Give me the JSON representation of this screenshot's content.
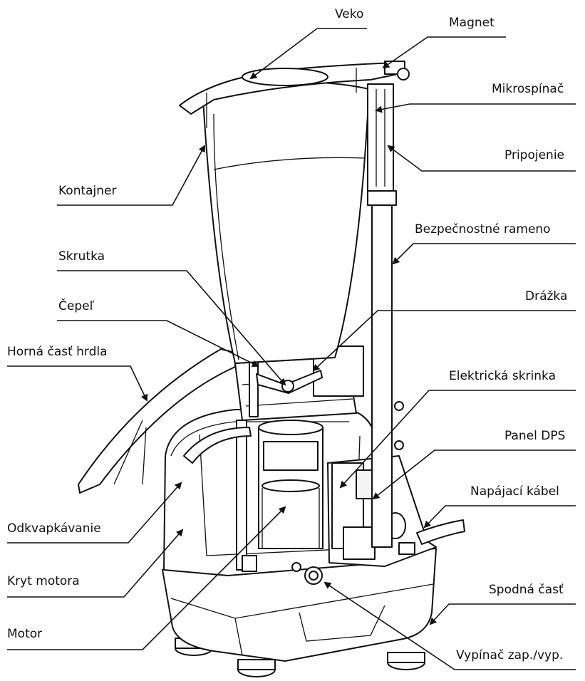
{
  "diagram": {
    "labels": {
      "veko": "Veko",
      "magnet": "Magnet",
      "mikrospinac": "Mikrospínač",
      "pripojenie": "Pripojenie",
      "kontajner": "Kontajner",
      "bezpecnostne_rameno": "Bezpečnostné rameno",
      "skrutka": "Skrutka",
      "cepel": "Čepeľ",
      "drazka": "Drážka",
      "horna_cast_hrdla": "Horná časť hrdla",
      "elektricka_skrinka": "Elektrická skrinka",
      "panel_dps": "Panel DPS",
      "napajaci_kabel": "Napájací kábel",
      "odkvapkavanie": "Odkvapkávanie",
      "kryt_motora": "Kryt motora",
      "spodna_cast": "Spodná časť",
      "motor": "Motor",
      "vypinac": "Vypínač zap./vyp."
    }
  }
}
